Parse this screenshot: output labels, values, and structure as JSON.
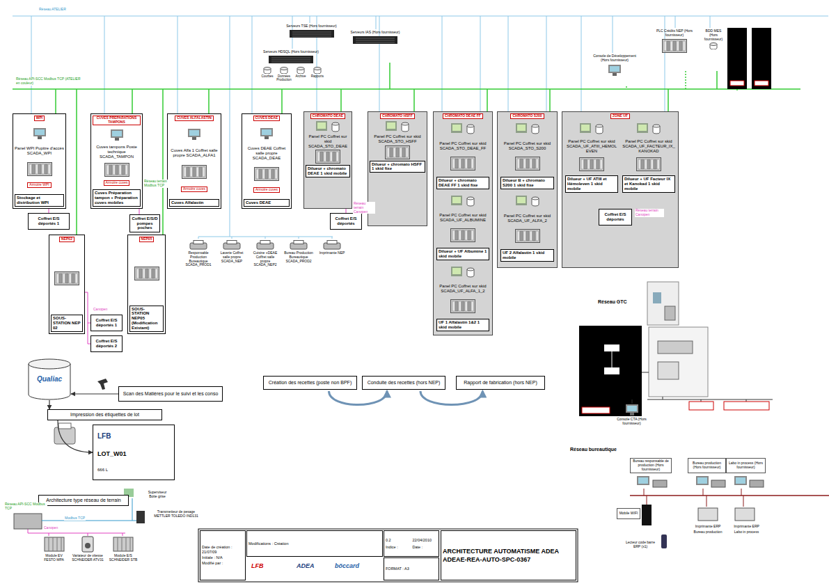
{
  "diagram": {
    "nodes": [
      {
        "text": [
          "Serveurs TSE (Hors fournisseur)"
        ]
      },
      {
        "text": [
          "Serveurs IAS (Hors fournisseur)"
        ]
      },
      {
        "text": [
          "Serveurs HDSQL (Hors fournisseur)"
        ]
      },
      {
        "text": [
          "Courbes"
        ]
      },
      {
        "text": [
          "Données Production"
        ]
      },
      {
        "text": [
          "Archive"
        ]
      },
      {
        "text": [
          "Rapports"
        ]
      },
      {
        "text": [
          "Console de Développement (Hors fournisseur)"
        ]
      },
      {
        "text": [
          "PLC Crédits NEP (Hors fournisseur)"
        ]
      },
      {
        "text": [
          "BDD MES (Hors fournisseur)"
        ]
      },
      {
        "text": [
          "WPI",
          "Panel WPI Pupitre d'accès SCADA_WPI",
          "Armoire WPI",
          "Stockage et distribution WPI"
        ]
      },
      {
        "text": [
          "Coffret E/S déportés 1"
        ]
      },
      {
        "text": [
          "CUVES PREPARATIONS TAMPONS",
          "Cuves tampons Poste technique SCADA_TAMPON",
          "Armoire cuves",
          "Cuves Préparation tampon + Préparation cuves mobiles"
        ]
      },
      {
        "text": [
          "Coffret E/S/D pompes poches"
        ]
      },
      {
        "text": [
          "CUVES ALFALASTIN",
          "Cuves Alfa 1 Coffret salle propre SCADA_ALFA1",
          "Armoire cuves",
          "Cuves Alfalastin"
        ]
      },
      {
        "text": [
          "CUVES DEAE",
          "Cuves DEAE Coffret salle propre SCADA_DEAE",
          "Armoire cuves",
          "Cuves DEAE"
        ]
      },
      {
        "text": [
          "CHROMATO DEAE",
          "Panel PC Coffret sur skid SCADA_STO_DEAE",
          "Dilueur + chromato DEAE 1 skid mobile"
        ]
      },
      {
        "text": [
          "Coffret E/S déportés"
        ]
      },
      {
        "text": [
          "CHROMATO HSFF",
          "Panel PC Coffret sur skid SCADA_STO_HSFF",
          "Dilueur + chromato HSFF 1 skid fixe"
        ]
      },
      {
        "text": [
          "CHROMATO DEAE FF"
        ]
      },
      {
        "text": [
          "Panel PC Coffret sur skid SCADA_STO_DEAE_FF",
          "Dilueur + chromato DEAE FF 1 skid fixe"
        ],
        "in": 19
      },
      {
        "text": [
          "Panel PC Coffret sur skid SCADA_UF_ALBUMINE",
          "Dilueur + UF Albumine 1 skid mobile"
        ],
        "in": 19
      },
      {
        "text": [
          "Panel PC Coffret sur skid SCADA_UF_ALFA_1_2",
          "UF 1 Alfalastin 1&2 1 skid mobile"
        ],
        "in": 19
      },
      {
        "text": [
          "CHROMATO S200"
        ]
      },
      {
        "text": [
          "Panel PC Coffret sur skid SCADA_STO_S200",
          "Dilueur B + chromato S200 1 skid fixe"
        ],
        "in": 23
      },
      {
        "text": [
          "Panel PC Coffret sur skid SCADA_UF_ALFA_2",
          "UF 2 Alfalastin 1 skid mobile"
        ],
        "in": 23
      },
      {
        "text": [
          "ZONE UF"
        ]
      },
      {
        "text": [
          "Panel PC Coffret sur skid SCADA_UF_ATIII_HEMOLEVEN",
          "Dilueur + UF ATIII et Hémoleven 1 skid mobile"
        ],
        "in": 26
      },
      {
        "text": [
          "Panel PC Coffret sur skid SCADA_UF_FACTEUR_IX_KANOKAD",
          "Dilueur + UF Facteur IX et Kanokad 1 skid mobile"
        ],
        "in": 26
      },
      {
        "text": [
          "Coffret E/S déportés"
        ],
        "in": 26
      },
      {
        "text": [
          "NEP02",
          "SOUS-STATION NEP 02"
        ]
      },
      {
        "text": [
          "Coffret E/S déportés 1"
        ]
      },
      {
        "text": [
          "Coffret E/S déportés 2"
        ]
      },
      {
        "text": [
          "NEP05",
          "SOUS-STATION NEP05 (Modification Existant)"
        ]
      },
      {
        "text": [
          "Responsable Production Bureautique SCADA_PROD1"
        ]
      },
      {
        "text": [
          "Laverie Coffret salle propre SCADA_NEP"
        ]
      },
      {
        "text": [
          "Cuisine +DEAE Coffret salle propre SCADA_NEP2"
        ]
      },
      {
        "text": [
          "Bureau Production Bureautique SCADA_PROD2"
        ]
      },
      {
        "text": [
          "Imprimante NEP"
        ]
      },
      {
        "text": [
          "Qualiac"
        ]
      },
      {
        "text": [
          "Scan des Matières pour le suivi et les conso"
        ]
      },
      {
        "text": [
          "Impression des étiquettes de lot"
        ]
      },
      {
        "text": [
          "LFB",
          "LOT_W01",
          "666 L"
        ]
      },
      {
        "text": [
          "Architecture type réseau de terrain"
        ]
      },
      {
        "text": [
          "Superviseur Boite grise"
        ]
      },
      {
        "text": [
          "Transmetteur de pesage METTLER TOLEDO IND131"
        ]
      },
      {
        "text": [
          "Module EV FESTO MPA"
        ]
      },
      {
        "text": [
          "Variateur de vitesse SCHNEIDER ATV31"
        ]
      },
      {
        "text": [
          "Module E/S SCHNEIDER STB"
        ]
      },
      {
        "text": [
          "Création des recettes (poste non BPF)"
        ]
      },
      {
        "text": [
          "Conduite des recettes (hors NEP)"
        ]
      },
      {
        "text": [
          "Rapport de fabrication (hors NEP)"
        ]
      },
      {
        "text": [
          "Console CTA (Hors fournisseur)"
        ]
      },
      {
        "text": [
          "Bureau responsable de production (Hors fournisseur)"
        ]
      },
      {
        "text": [
          "Bureau production (Hors fournisseur)"
        ]
      },
      {
        "text": [
          "Labo in process (Hors fournisseur)"
        ]
      },
      {
        "text": [
          "Mobile WIFI"
        ]
      },
      {
        "text": [
          "Lecteur code barre ERP (x1)"
        ]
      },
      {
        "text": [
          "Imprimante ERP",
          "Bureau production"
        ]
      },
      {
        "text": [
          "Imprimante ERP",
          "Labo in process"
        ]
      },
      {
        "text": [
          "Date de création : 21/07/09",
          "Initiale : N/A",
          "Modifié par :"
        ]
      },
      {
        "text": [
          "Modifications : Création"
        ]
      },
      {
        "text": [
          "0.2",
          "22/04/2010",
          "Indice :",
          "Date :"
        ]
      },
      {
        "text": [
          "FORMAT : A3"
        ]
      },
      {
        "text": [
          "ARCHITECTURE AUTOMATISME ADEA",
          "ADEAE-REA-AUTO-SPC-0367"
        ]
      }
    ],
    "edges": [
      {
        "from": 40,
        "to": 39,
        "arrow": "to"
      },
      {
        "from": 39,
        "to": 41,
        "arrow": "to"
      },
      {
        "from": 41,
        "to": 42,
        "arrow": "to"
      },
      {
        "from": 49,
        "to": 50,
        "arrow": "to"
      },
      {
        "from": 50,
        "to": 51,
        "arrow": "to"
      }
    ],
    "labels": [
      "Réseau ATELIER",
      "Réseau API-SCC Modbus TCP (ATELIER en couleur)",
      "Réseau terrain Modbus TCP",
      "Canopen",
      "Réseau terrain Canopen",
      "Réseau terrain Canopen",
      "Réseau GTC",
      "Réseau bureautique",
      "Réseau API-SCC Modbus TCP",
      "Modbus TCP",
      "Canopen",
      "LFB",
      "ADEA",
      "böccard"
    ]
  }
}
